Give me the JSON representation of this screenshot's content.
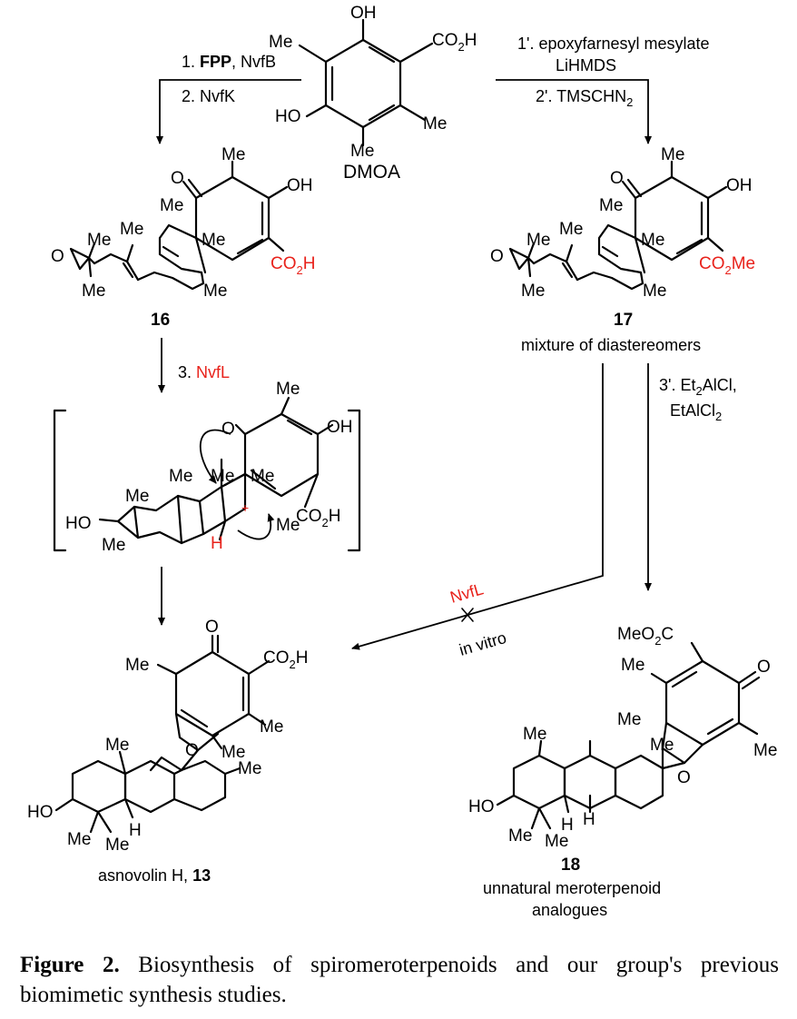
{
  "figure": {
    "caption_label": "Figure 2.",
    "caption_text": "Biosynthesis of spiromeroterpenoids and our group's previous biomimetic synthesis studies."
  },
  "dmoa": {
    "name": "DMOA",
    "oh_top": "OH",
    "co2h": "CO",
    "co2h_sub": "2",
    "co2h_end": "H",
    "me_left": "Me",
    "me_right": "Me",
    "me_bottom": "Me",
    "ho": "HO"
  },
  "left_steps": {
    "step1_num": "1. ",
    "step1_bold": "FPP",
    "step1_rest": ", NvfB",
    "step2": "2. NvfK",
    "step3_num": "3. ",
    "step3_enzyme": "NvfL"
  },
  "right_steps": {
    "step1": "1'. epoxyfarnesyl mesylate",
    "step1b": "LiHMDS",
    "step2": "2'. TMSCHN",
    "step2_sub": "2",
    "step3a": "3'. Et",
    "step3a_sub": "2",
    "step3a_end": "AlCl,",
    "step3b": "EtAlCl",
    "step3b_sub": "2"
  },
  "compound16": {
    "number": "16",
    "me_a": "Me",
    "me_b": "Me",
    "me_c": "Me",
    "me_d": "Me",
    "me_e": "Me",
    "me_f": "Me",
    "oh": "OH",
    "o": "O",
    "o_ring": "O",
    "acid": "CO",
    "acid_sub": "2",
    "acid_end": "H"
  },
  "compound17": {
    "number": "17",
    "note": "mixture of diastereomers",
    "me_a": "Me",
    "me_b": "Me",
    "me_c": "Me",
    "me_d": "Me",
    "me_e": "Me",
    "me_f": "Me",
    "oh": "OH",
    "o": "O",
    "o_ring": "O",
    "ester": "CO",
    "ester_sub": "2",
    "ester_end": "Me"
  },
  "intermediate": {
    "o": "O",
    "me_top": "Me",
    "oh": "OH",
    "me_a": "Me",
    "me_b": "Me",
    "me_c": "Me",
    "me_d": "Me",
    "me_e": "Me",
    "ho": "HO",
    "acid": "CO",
    "acid_sub": "2",
    "acid_end": "H",
    "h": "H",
    "plus": "+"
  },
  "cross_arrow": {
    "enzyme": "NvfL",
    "condition": "in vitro"
  },
  "compound13": {
    "name": "asnovolin H, ",
    "number": "13",
    "o_top": "O",
    "acid": "CO",
    "acid_sub": "2",
    "acid_end": "H",
    "me_a": "Me",
    "me_b": "Me",
    "me_c": "Me",
    "me_d": "Me",
    "me_e": "Me",
    "me_f": "Me",
    "o_ring": "O",
    "ho": "HO",
    "h": "H"
  },
  "compound18": {
    "number": "18",
    "desc1": "unnatural meroterpenoid",
    "desc2": "analogues",
    "ester_pre": "MeO",
    "ester_sub": "2",
    "ester_end": "C",
    "o_top": "O",
    "me_a": "Me",
    "me_b": "Me",
    "me_c": "Me",
    "me_d": "Me",
    "me_e": "Me",
    "me_f": "Me",
    "o_ring": "O",
    "ho": "HO",
    "h1": "H",
    "h2": "H"
  }
}
